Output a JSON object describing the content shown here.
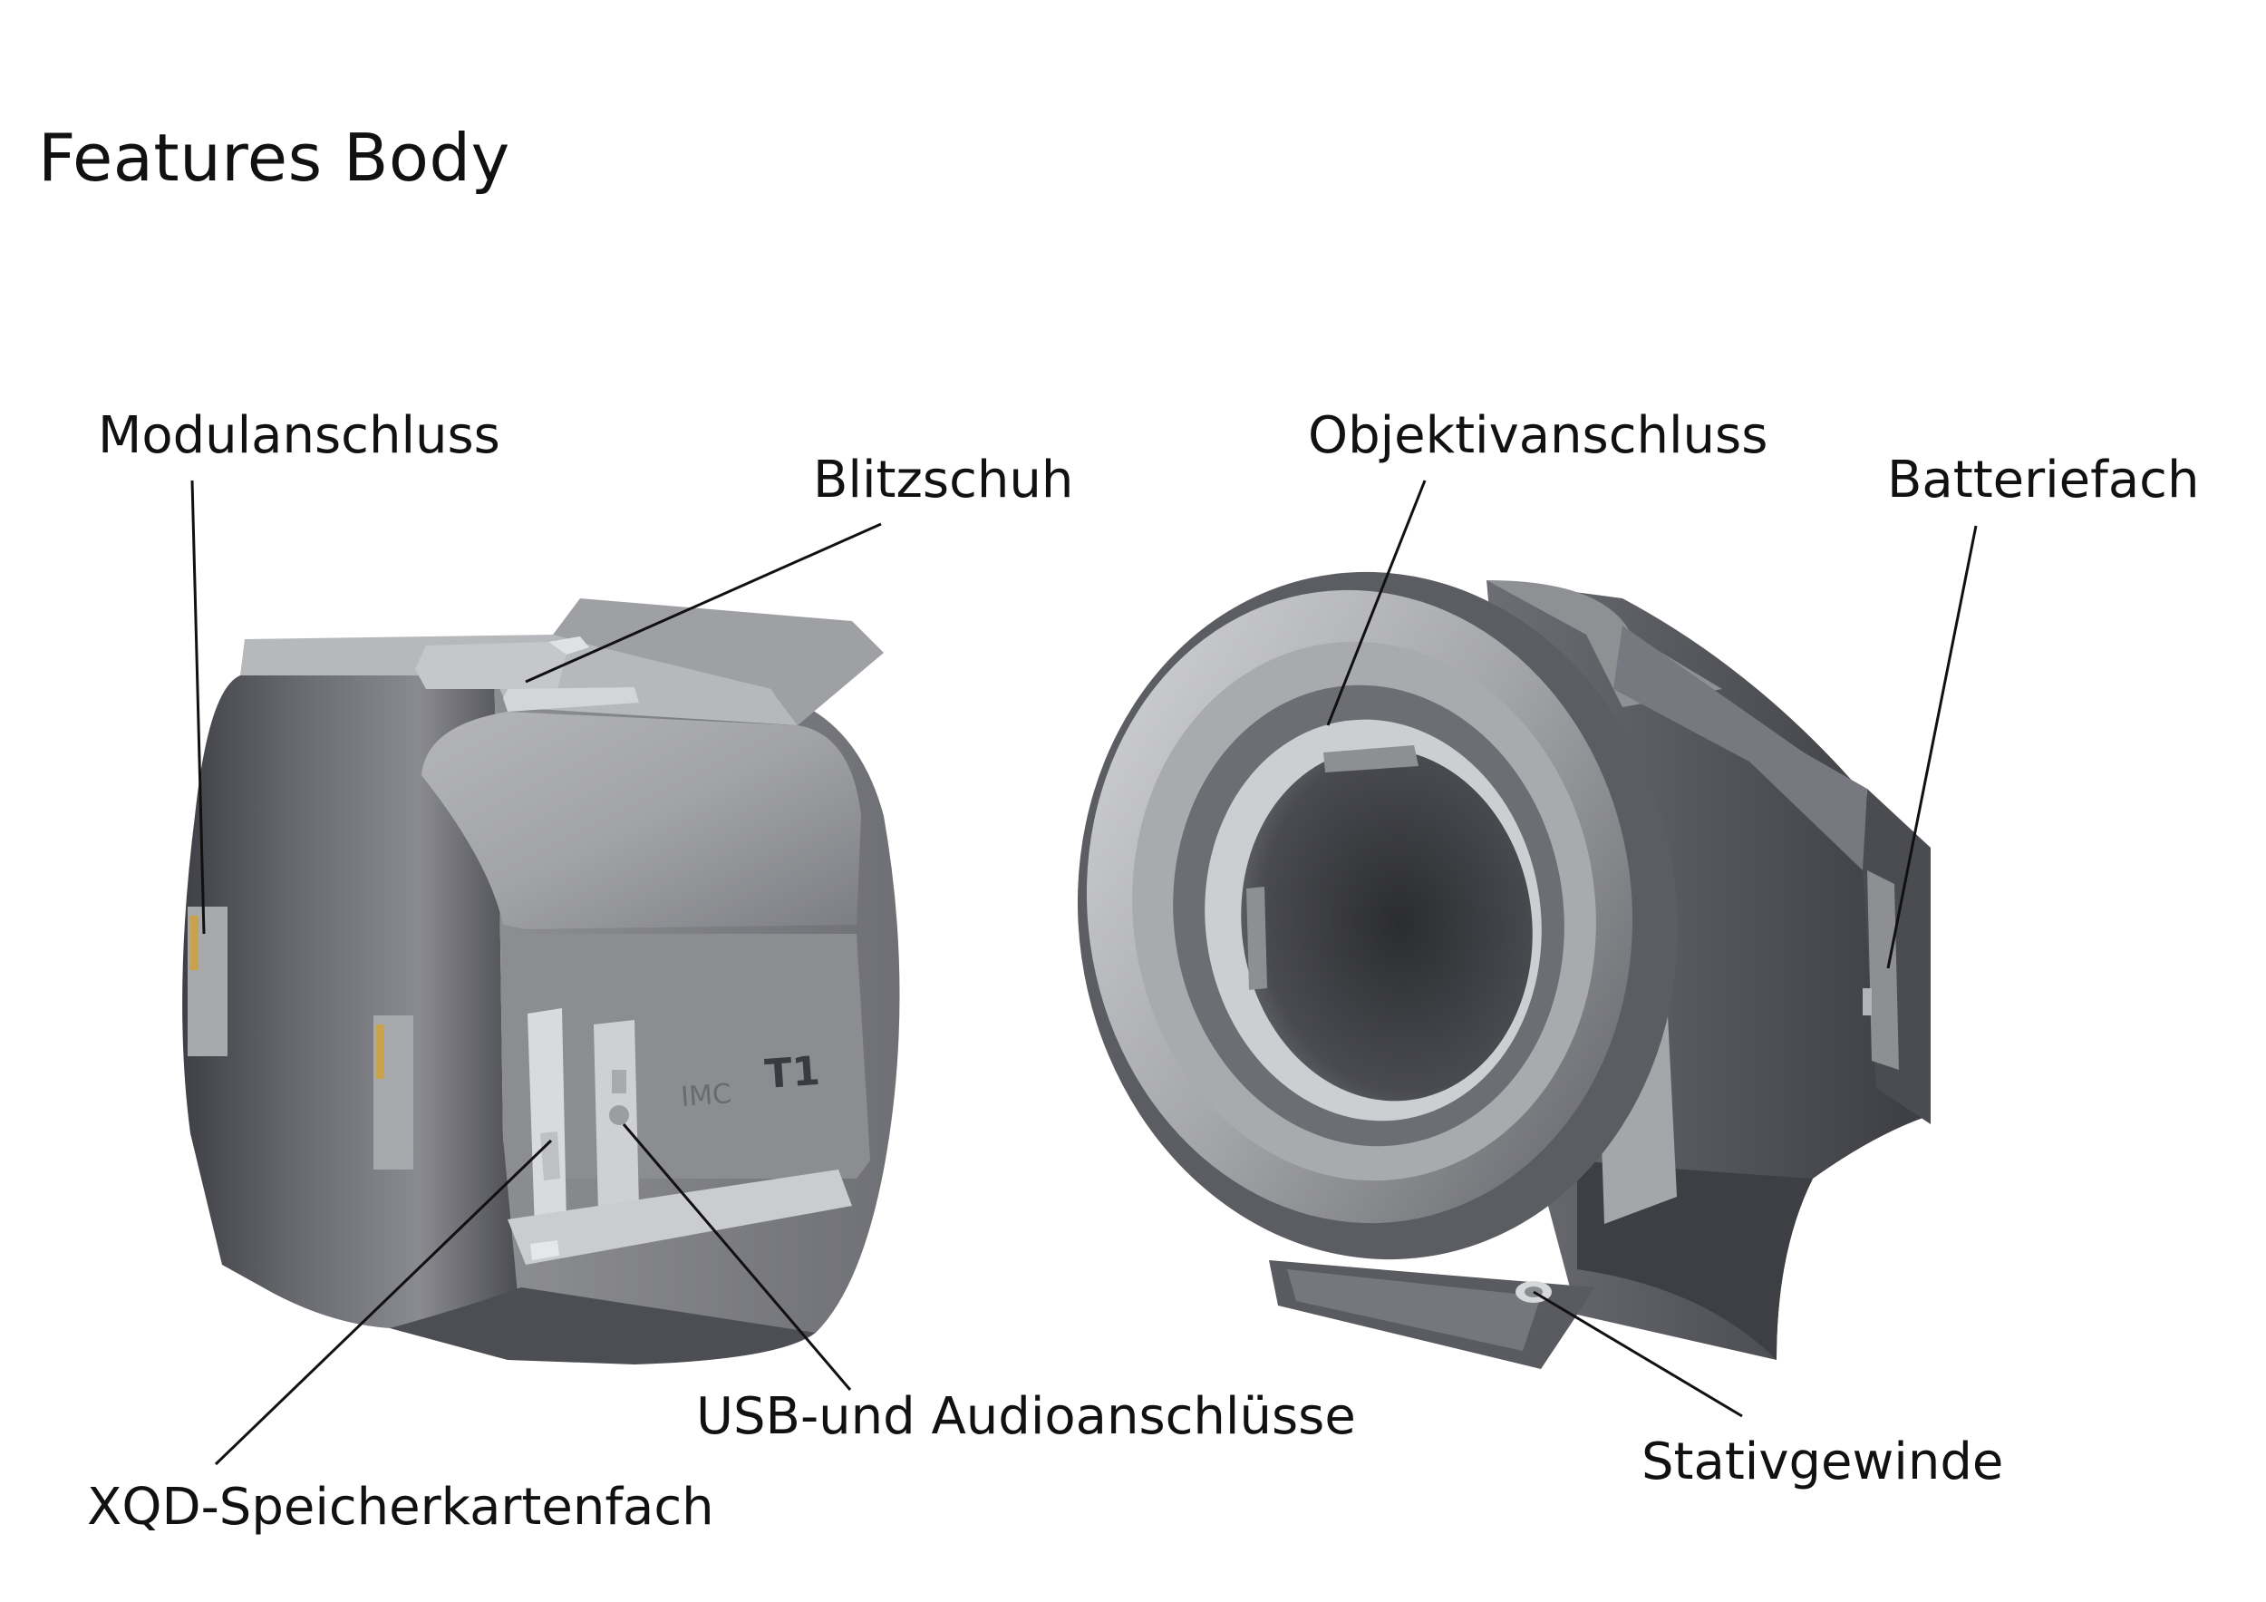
{
  "title": "Features Body",
  "product": {
    "brand_mark": "IMC",
    "model_mark": "T1"
  },
  "labels": {
    "modulanschluss": "Modulanschluss",
    "blitzschuh": "Blitzschuh",
    "objektivanschluss": "Objektivanschluss",
    "batteriefach": "Batteriefach",
    "usb_audio": "USB-und Audioanschlüsse",
    "xqd": "XQD-Speicherkartenfach",
    "stativgewinde": "Stativgewinde"
  },
  "colors": {
    "background": "#ffffff",
    "leader_line": "#111111",
    "body_dark": "#55555a",
    "body_light": "#c9cacd"
  }
}
